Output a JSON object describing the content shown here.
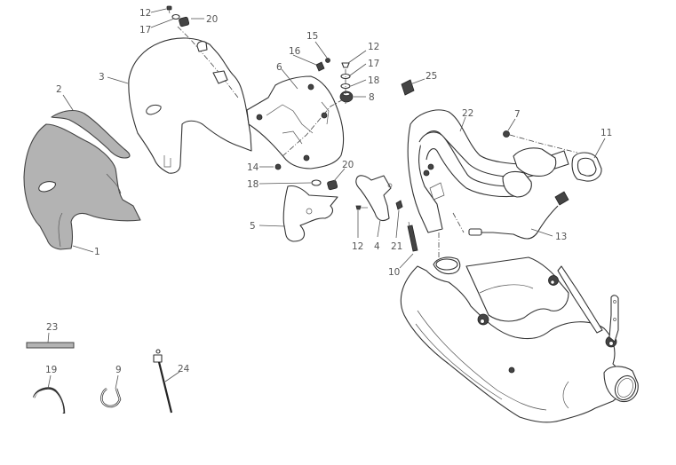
{
  "diagram": {
    "title": "Exhaust system exploded parts view",
    "colors": {
      "line": "#333333",
      "label": "#555555",
      "heat_shield_fill": "#b3b3b3",
      "background": "#ffffff"
    },
    "callouts": [
      {
        "id": "c1",
        "text": "1"
      },
      {
        "id": "c2",
        "text": "2"
      },
      {
        "id": "c3",
        "text": "3"
      },
      {
        "id": "c4",
        "text": "4"
      },
      {
        "id": "c5",
        "text": "5"
      },
      {
        "id": "c6",
        "text": "6"
      },
      {
        "id": "c7",
        "text": "7"
      },
      {
        "id": "c8",
        "text": "8"
      },
      {
        "id": "c9",
        "text": "9"
      },
      {
        "id": "c10",
        "text": "10"
      },
      {
        "id": "c11",
        "text": "11"
      },
      {
        "id": "c12a",
        "text": "12"
      },
      {
        "id": "c12b",
        "text": "12"
      },
      {
        "id": "c12c",
        "text": "12"
      },
      {
        "id": "c13",
        "text": "13"
      },
      {
        "id": "c14",
        "text": "14"
      },
      {
        "id": "c15",
        "text": "15"
      },
      {
        "id": "c16",
        "text": "16"
      },
      {
        "id": "c17a",
        "text": "17"
      },
      {
        "id": "c17b",
        "text": "17"
      },
      {
        "id": "c18a",
        "text": "18"
      },
      {
        "id": "c18b",
        "text": "18"
      },
      {
        "id": "c19",
        "text": "19"
      },
      {
        "id": "c20a",
        "text": "20"
      },
      {
        "id": "c20b",
        "text": "20"
      },
      {
        "id": "c21",
        "text": "21"
      },
      {
        "id": "c22",
        "text": "22"
      },
      {
        "id": "c23",
        "text": "23"
      },
      {
        "id": "c24",
        "text": "24"
      },
      {
        "id": "c25",
        "text": "25"
      }
    ],
    "parts": [
      {
        "ref": "1",
        "icon": "heat-shield-grey-icon"
      },
      {
        "ref": "2",
        "icon": "heat-shield-strip-icon"
      },
      {
        "ref": "3",
        "icon": "heat-shield-cover-icon"
      },
      {
        "ref": "4",
        "icon": "shield-plate-icon"
      },
      {
        "ref": "5",
        "icon": "shield-plate-icon"
      },
      {
        "ref": "6",
        "icon": "mounting-bracket-icon"
      },
      {
        "ref": "7",
        "icon": "nut-icon"
      },
      {
        "ref": "8",
        "icon": "rubber-spacer-icon"
      },
      {
        "ref": "9",
        "icon": "clamp-icon"
      },
      {
        "ref": "10",
        "icon": "spring-icon"
      },
      {
        "ref": "11",
        "icon": "gasket-icon"
      },
      {
        "ref": "12",
        "icon": "screw-icon"
      },
      {
        "ref": "13",
        "icon": "lambda-sensor-icon"
      },
      {
        "ref": "14",
        "icon": "nut-icon"
      },
      {
        "ref": "15",
        "icon": "screw-icon"
      },
      {
        "ref": "16",
        "icon": "clip-icon"
      },
      {
        "ref": "17",
        "icon": "washer-icon"
      },
      {
        "ref": "18",
        "icon": "washer-icon"
      },
      {
        "ref": "19",
        "icon": "clamp-band-icon"
      },
      {
        "ref": "20",
        "icon": "rubber-spacer-icon"
      },
      {
        "ref": "21",
        "icon": "nut-icon"
      },
      {
        "ref": "22",
        "icon": "exhaust-manifold-icon"
      },
      {
        "ref": "23",
        "icon": "insulation-strip-icon"
      },
      {
        "ref": "24",
        "icon": "cable-tie-icon"
      },
      {
        "ref": "25",
        "icon": "connector-holder-icon"
      },
      {
        "ref": "silencer",
        "icon": "silencer-icon"
      }
    ]
  }
}
